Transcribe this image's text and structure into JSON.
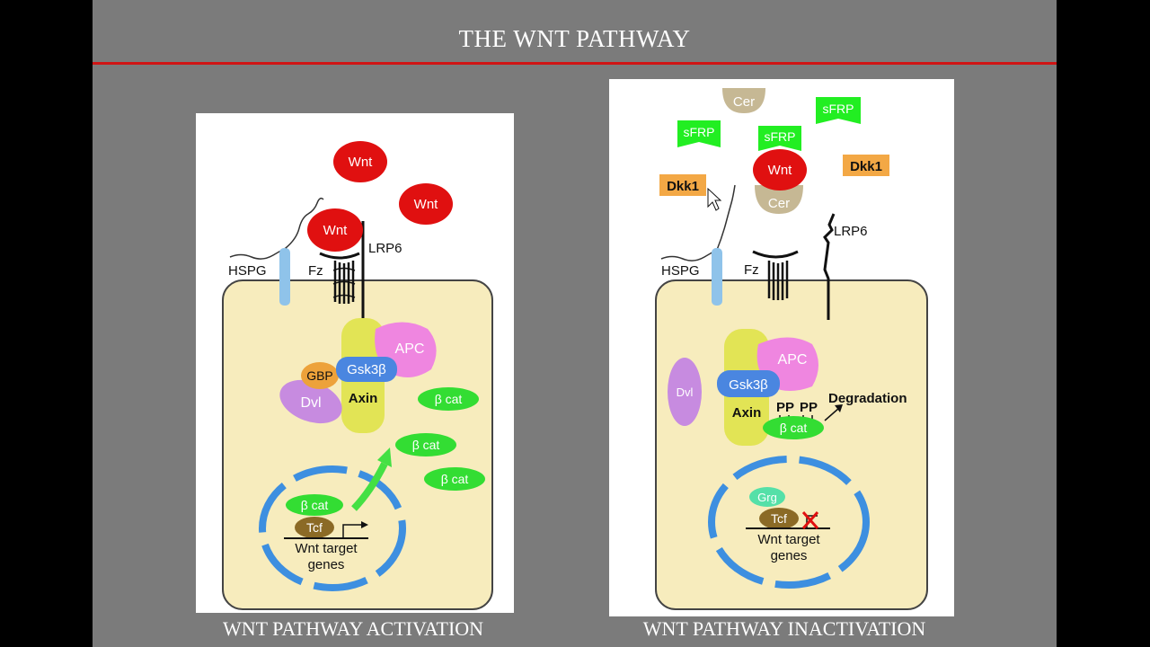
{
  "slide": {
    "title": "THE WNT PATHWAY",
    "accent_color": "#d01414",
    "background_color": "#7b7b7b"
  },
  "activation": {
    "caption": "WNT PATHWAY ACTIVATION",
    "labels": {
      "wnt": "Wnt",
      "lrp6": "LRP6",
      "hspg": "HSPG",
      "fz": "Fz",
      "apc": "APC",
      "gbp": "GBP",
      "gsk3b": "Gsk3β",
      "axin": "Axin",
      "dvl": "Dvl",
      "beta_cat": "β cat",
      "tcf": "Tcf",
      "target_genes_line1": "Wnt target",
      "target_genes_line2": "genes"
    }
  },
  "inactivation": {
    "caption": "WNT PATHWAY INACTIVATION",
    "labels": {
      "cer": "Cer",
      "sfrp": "sFRP",
      "dkk1": "Dkk1",
      "wnt": "Wnt",
      "lrp6": "LRP6",
      "hspg": "HSPG",
      "fz": "Fz",
      "apc": "APC",
      "gsk3b": "Gsk3β",
      "axin": "Axin",
      "dvl": "Dvl",
      "pp": "PP",
      "degradation": "Degradation",
      "beta_cat": "β cat",
      "grg": "Grg",
      "tcf": "Tcf",
      "target_genes_line1": "Wnt target",
      "target_genes_line2": "genes"
    }
  },
  "colors": {
    "wnt": "#e01010",
    "cytoplasm": "#f7ecbd",
    "nucleus": "#3d8fe0",
    "axin": "#e2e455",
    "apc": "#ef86e0",
    "gsk3b": "#4a86e0",
    "gbp": "#eda23a",
    "dvl": "#c78be0",
    "beta_cat": "#33dd33",
    "tcf": "#8b6a26",
    "sfrp": "#22ee22",
    "dkk1": "#f3a845",
    "cer": "#c6b894",
    "grg": "#55e0a8",
    "hspg": "#8fc3ea"
  }
}
